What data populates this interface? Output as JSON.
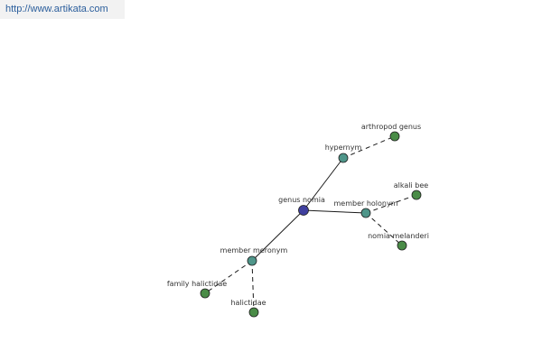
{
  "site": {
    "url": "http://www.artikata.com"
  },
  "graph": {
    "colors": {
      "center": "#3f3f9e",
      "relation": "#4f968a",
      "leaf": "#4a8c47",
      "edge": "#1a1a1a"
    },
    "nodes": [
      {
        "id": "genus-nomia",
        "label": "genus nomia",
        "kind": "center"
      },
      {
        "id": "hypernym",
        "label": "hypernym",
        "kind": "relation"
      },
      {
        "id": "member-holonym",
        "label": "member holonym",
        "kind": "relation"
      },
      {
        "id": "member-meronym",
        "label": "member meronym",
        "kind": "relation"
      },
      {
        "id": "arthropod-genus",
        "label": "arthropod genus",
        "kind": "leaf"
      },
      {
        "id": "alkali-bee",
        "label": "alkali bee",
        "kind": "leaf"
      },
      {
        "id": "nomia-melanderi",
        "label": "nomia melanderi",
        "kind": "leaf"
      },
      {
        "id": "family-halictidae",
        "label": "family halictidae",
        "kind": "leaf"
      },
      {
        "id": "halictidae",
        "label": "halictidae",
        "kind": "leaf"
      }
    ],
    "edges": [
      {
        "from": "genus-nomia",
        "to": "hypernym",
        "style": "solid"
      },
      {
        "from": "genus-nomia",
        "to": "member-holonym",
        "style": "solid"
      },
      {
        "from": "genus-nomia",
        "to": "member-meronym",
        "style": "solid"
      },
      {
        "from": "hypernym",
        "to": "arthropod-genus",
        "style": "dashed"
      },
      {
        "from": "member-holonym",
        "to": "alkali-bee",
        "style": "dashed"
      },
      {
        "from": "member-holonym",
        "to": "nomia-melanderi",
        "style": "dashed"
      },
      {
        "from": "member-meronym",
        "to": "family-halictidae",
        "style": "dashed"
      },
      {
        "from": "member-meronym",
        "to": "halictidae",
        "style": "dashed"
      }
    ]
  }
}
